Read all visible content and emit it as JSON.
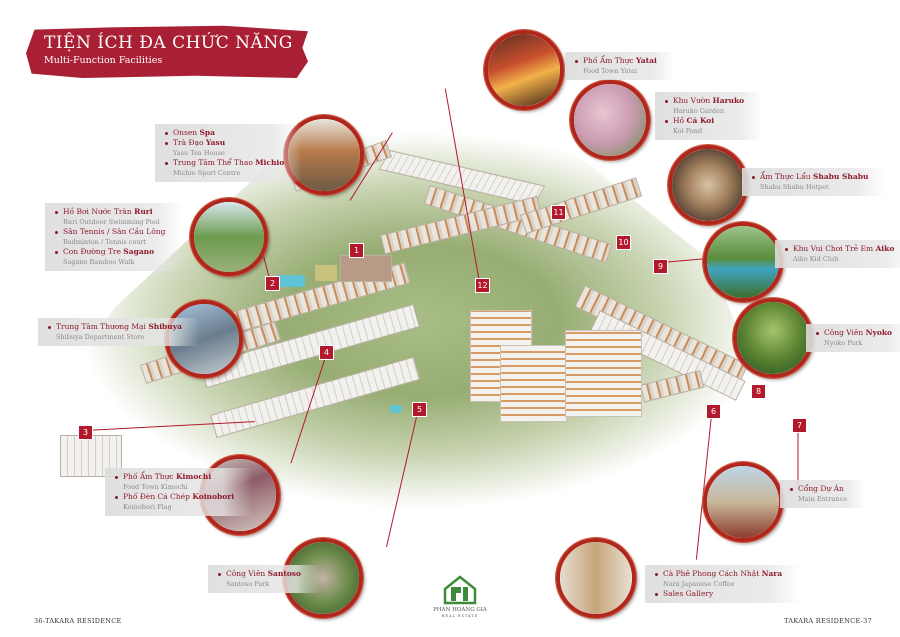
{
  "title": {
    "main": "TIỆN ÍCH ĐA CHỨC NĂNG",
    "sub": "Multi-Function Facilities",
    "color": "#a91f33"
  },
  "labels": {
    "yatai": {
      "items": [
        {
          "prefix": "Phố Ẩm Thực ",
          "name": "Yatai",
          "en": "Food Town Yatai"
        }
      ]
    },
    "haruko": {
      "items": [
        {
          "prefix": "Khu Vườn ",
          "name": "Haruko",
          "en": "Haruko Garden"
        },
        {
          "prefix": "Hồ ",
          "name": "Cá Koi",
          "en": "Koi Pond"
        }
      ]
    },
    "shabu": {
      "items": [
        {
          "prefix": "Ẩm Thực Lẩu ",
          "name": "Shabu Shabu",
          "en": "Shabu Shabu Hotpot"
        }
      ]
    },
    "aiko": {
      "items": [
        {
          "prefix": "Khu Vui Chơi Trẻ Em ",
          "name": "Aiko",
          "en": "Aiko Kid Club"
        }
      ]
    },
    "nyoko": {
      "items": [
        {
          "prefix": "Công Viên ",
          "name": "Nyoko",
          "en": "Nyoko Park"
        }
      ]
    },
    "entrance": {
      "items": [
        {
          "prefix": "Cổng Dự Án",
          "name": "",
          "en": "Main Entrance"
        }
      ]
    },
    "nara": {
      "items": [
        {
          "prefix": "Cà Phê Phong Cách Nhật ",
          "name": "Nara",
          "en": "Nara Japanese Coffee"
        },
        {
          "prefix": "Sales Gallery",
          "name": "",
          "en": ""
        }
      ]
    },
    "onsen": {
      "items": [
        {
          "prefix": "Onsen ",
          "name": "Spa",
          "en": ""
        },
        {
          "prefix": "Trà Đạo ",
          "name": "Yasu",
          "en": "Yasu Tea House"
        },
        {
          "prefix": "Trung Tâm Thể Thao ",
          "name": "Michio",
          "en": "Michio Sport Centre"
        }
      ]
    },
    "ruri": {
      "items": [
        {
          "prefix": "Hồ Bơi Nước Tràn ",
          "name": "Ruri",
          "en": "Ruri Outdoor Swimming Pool"
        },
        {
          "prefix": "Sân Tennis / Sân Cầu Lông",
          "name": "",
          "en": "Badminton / Tennis court"
        },
        {
          "prefix": "Con Đường Tre ",
          "name": "Sagano",
          "en": "Sagano Bamboo Walk"
        }
      ]
    },
    "shibuya": {
      "items": [
        {
          "prefix": "Trung Tâm Thương Mại ",
          "name": "Shibuya",
          "en": "Shibuya Department Store"
        }
      ]
    },
    "kimochi": {
      "items": [
        {
          "prefix": "Phố Ẩm Thực ",
          "name": "Kimochi",
          "en": "Food Town Kimochi"
        },
        {
          "prefix": "Phố Đèn Cá Chép ",
          "name": "Koinobori",
          "en": "Koinobori Flag"
        }
      ]
    },
    "santoso": {
      "items": [
        {
          "prefix": "Công Viên ",
          "name": "Santoso",
          "en": "Santoso Park"
        }
      ]
    }
  },
  "markers": [
    "1",
    "2",
    "3",
    "4",
    "5",
    "6",
    "7",
    "8",
    "9",
    "10",
    "11",
    "12"
  ],
  "footer": {
    "left": "36-TAKARA RESIDENCE",
    "right": "TAKARA RESIDENCE-37",
    "logo_name": "PHAN HOÀNG GIA",
    "logo_tagline": "REAL ESTATE"
  },
  "colors": {
    "accent": "#b3192c",
    "label_text": "#8e1a2c",
    "label_sub": "#8a8a8a",
    "logo_green": "#3d8b3a"
  }
}
